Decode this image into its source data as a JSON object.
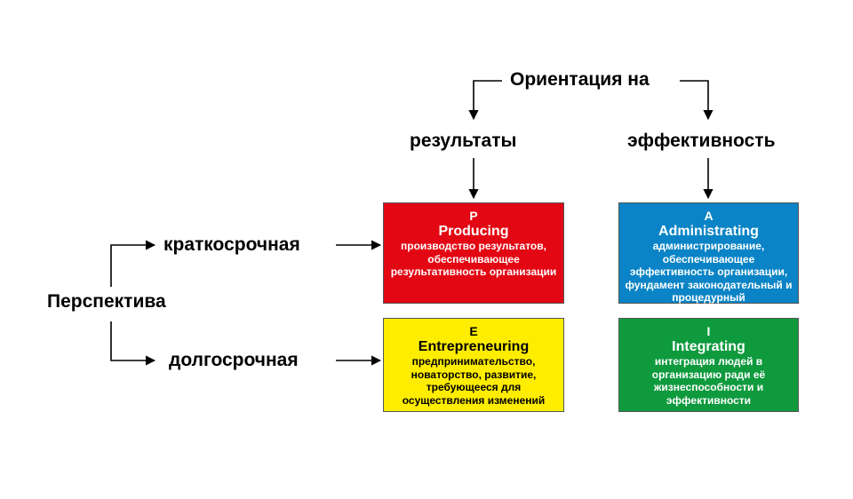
{
  "header": {
    "orientation": "Ориентация на"
  },
  "columns": {
    "results": "результаты",
    "efficiency": "эффективность"
  },
  "perspective": {
    "label": "Перспектива",
    "short_term": "краткосрочная",
    "long_term": "долгосрочная"
  },
  "boxes": {
    "p": {
      "letter": "P",
      "name": "Producing",
      "description": "производство результатов, обеспечивающее результативность организации",
      "color": "#e30613"
    },
    "a": {
      "letter": "A",
      "name": "Administrating",
      "description": "администрирование, обеспечивающее эффективность организации, фундамент законодательный и процедурный",
      "color": "#0a84c6"
    },
    "e": {
      "letter": "E",
      "name": "Entrepreneuring",
      "description": "предпринимательство, новаторство, развитие, требующееся для осуществления изменений",
      "color": "#ffed00"
    },
    "i": {
      "letter": "I",
      "name": "Integrating",
      "description": "интеграция людей в организацию ради её жизнеспособности и эффективности",
      "color": "#0f9a3e"
    }
  }
}
